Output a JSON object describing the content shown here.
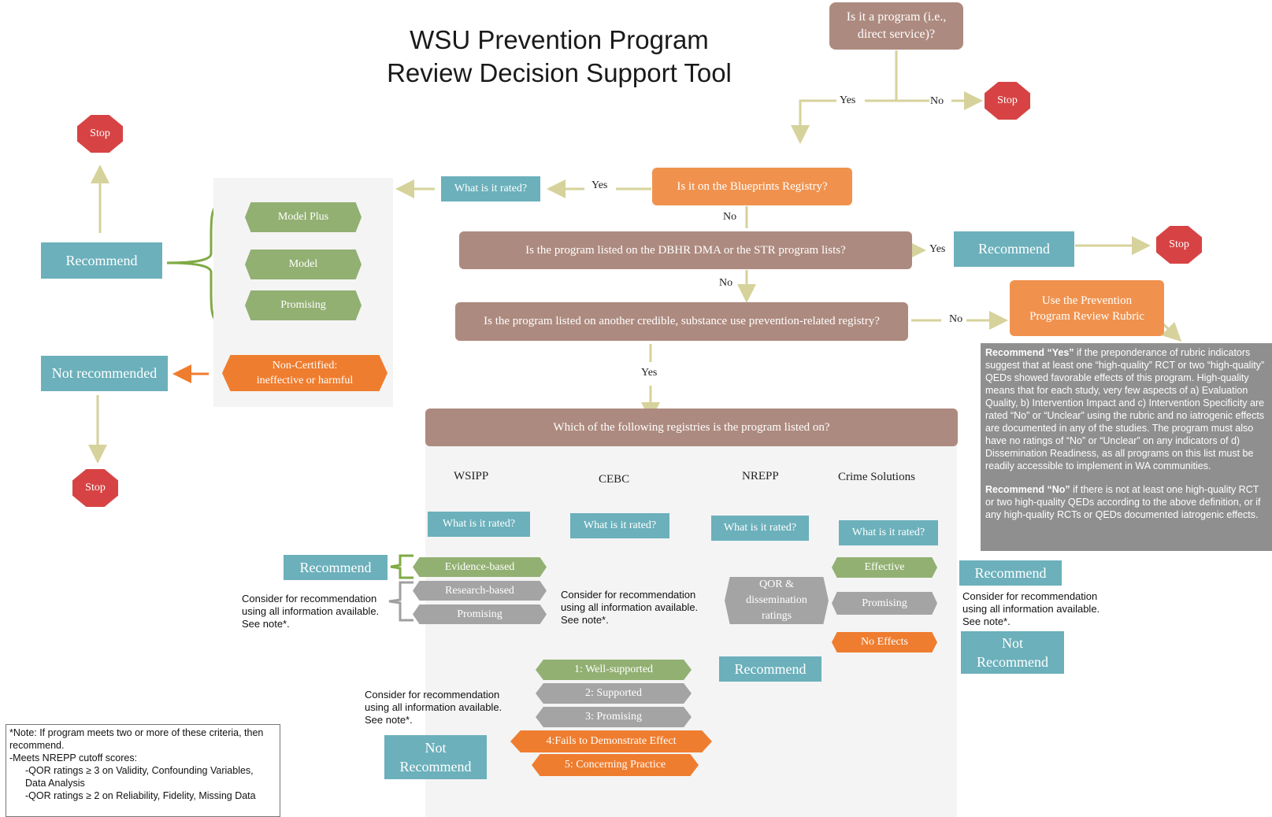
{
  "title": {
    "line1": "WSU Prevention Program",
    "line2": "Review Decision Support Tool"
  },
  "q_program": "Is it a program (i.e., direct service)?",
  "q_blueprints": "Is it on the Blueprints Registry?",
  "q_dbhr": "Is the program listed on the DBHR DMA or the STR program lists?",
  "q_credible": "Is the program listed on another credible, substance use prevention-related registry?",
  "q_which": "Which of the following registries is the program listed on?",
  "rubric_box": "Use the Prevention Program Review Rubric",
  "what_rated": "What is it rated?",
  "yes": "Yes",
  "no": "No",
  "stop": "Stop",
  "recommend": "Recommend",
  "not_recommended": "Not recommended",
  "not_recommend_two": {
    "l1": "Not",
    "l2": "Recommend"
  },
  "blueprints_ratings": [
    "Model Plus",
    "Model",
    "Promising"
  ],
  "non_certified": {
    "l1": "Non-Certified:",
    "l2": "ineffective or harmful"
  },
  "registries": [
    "WSIPP",
    "CEBC",
    "NREPP",
    "Crime Solutions"
  ],
  "wsipp_ratings": [
    "Evidence-based",
    "Research-based",
    "Promising"
  ],
  "cebc_ratings": [
    "1: Well-supported",
    "2: Supported",
    "3: Promising",
    "4:Fails to Demonstrate Effect",
    "5: Concerning Practice"
  ],
  "nrepp_rating": {
    "l1": "QOR &",
    "l2": "dissemination",
    "l3": "ratings"
  },
  "cs_ratings": [
    "Effective",
    "Promising",
    "No Effects"
  ],
  "consider": {
    "l1": "Consider for recommendation",
    "l2": "using all information available.",
    "l3": "See note*."
  },
  "rubric_text": {
    "yes_head": "Recommend “Yes”",
    "yes_body": " if the preponderance of rubric indicators suggest that at least one “high-quality” RCT or two “high-quality” QEDs showed favorable effects of this program. High-quality means that for each study, very few aspects of a) Evaluation Quality, b) Intervention Impact and c) Intervention Specificity are rated “No” or “Unclear” using the rubric and no iatrogenic effects are documented in any of the studies. The program must also have no ratings of “No” or “Unclear” on any indicators of d) Dissemination Readiness, as all programs on this list must be readily accessible to implement in WA communities.",
    "no_head": "Recommend “No”",
    "no_body": " if there is not at least one high-quality RCT or two high-quality QEDs according to the above definition, or if any high-quality RCTs or QEDs documented iatrogenic effects."
  },
  "note": {
    "l1": "*Note: If program meets two or more of these criteria, then recommend.",
    "l2": "-Meets NREPP cutoff scores:",
    "l3": "-QOR ratings ≥ 3 on Validity, Confounding Variables, Data Analysis",
    "l4": "-QOR ratings ≥ 2 on Reliability, Fidelity, Missing Data"
  },
  "colors": {
    "teal": "#6bb0bb",
    "brown": "#ad8a7f",
    "orange": "#f0924e",
    "green": "#92b072",
    "gray": "#a4a4a4",
    "dark_orange": "#ef7d2f",
    "stop_red": "#d74344",
    "arrow": "#d6d29b"
  }
}
